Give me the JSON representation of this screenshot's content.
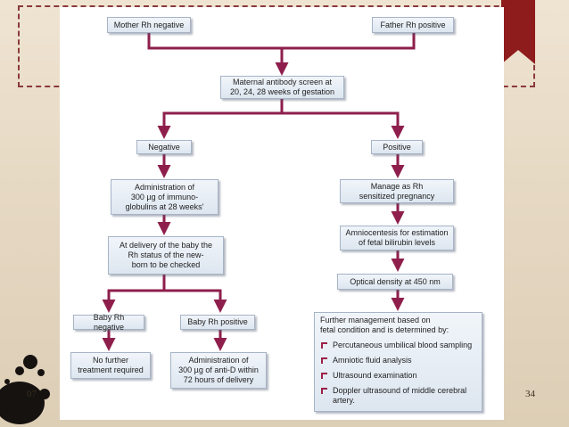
{
  "slide": {
    "footer_left": "07",
    "page_number": "34"
  },
  "colors": {
    "connector": "#8e1f4c",
    "box_fill": "#e4ebf3",
    "box_border": "#a6b4c6",
    "ribbon": "#8e1c1c",
    "bullet": "#9b2146"
  },
  "flowchart": {
    "mother": "Mother Rh negative",
    "father": "Father Rh positive",
    "screen": "Maternal antibody screen at\n20, 24, 28 weeks of gestation",
    "negative": "Negative",
    "positive": "Positive",
    "immunoglobulin": "Administration of\n300 µg of immuno-\nglobulins at 28 weeks'",
    "at_delivery": "At delivery of the baby the\nRh status of the new-\nborn to be checked",
    "baby_negative": "Baby Rh negative",
    "baby_positive": "Baby Rh positive",
    "no_treatment": "No further\ntreatment required",
    "anti_d": "Administration of\n300 µg of anti-D within\n72 hours of delivery",
    "manage": "Manage as Rh\nsensitized pregnancy",
    "amniocentesis": "Amniocentesis for estimation\nof fetal bilirubin levels",
    "optical_density": "Optical density at 450 nm",
    "further_management": {
      "heading": "Further management based on\nfetal condition and is determined by:",
      "items": [
        "Percutaneous umbilical blood sampling",
        "Amniotic fluid analysis",
        "Ultrasound examination",
        "Doppler ultrasound of middle cerebral\nartery."
      ]
    }
  }
}
